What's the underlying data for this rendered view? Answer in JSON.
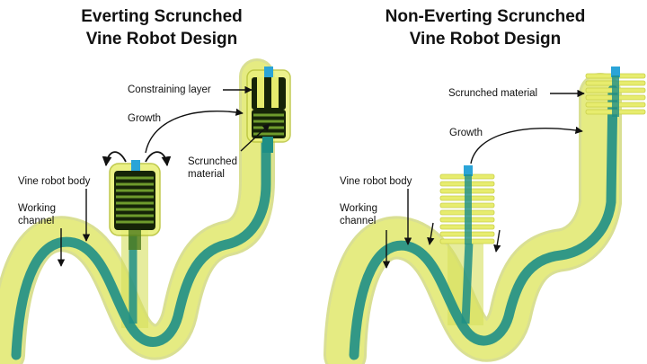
{
  "left_panel": {
    "title_line1": "Everting Scrunched",
    "title_line2": "Vine Robot Design",
    "labels": {
      "constraining_layer": "Constraining layer",
      "growth": "Growth",
      "scrunched_line1": "Scrunched",
      "scrunched_line2": "material",
      "vine_body": "Vine robot body",
      "working_line1": "Working",
      "working_line2": "channel"
    }
  },
  "right_panel": {
    "title_line1": "Non-Everting Scrunched",
    "title_line2": "Vine Robot Design",
    "labels": {
      "scrunched": "Scrunched material",
      "growth": "Growth",
      "vine_body": "Vine robot body",
      "working_line1": "Working",
      "working_line2": "channel"
    }
  },
  "colors": {
    "body_fill": "#e9f07a",
    "body_stroke": "#b9c43a",
    "channel": "#1e8f86",
    "channel_light": "#3fb7ad",
    "scrunch_green": "#4e7a1c",
    "scrunch_dark": "#162408",
    "scrunch_yellow": "#e7ec6e",
    "tip_blue": "#2aa4d8"
  }
}
